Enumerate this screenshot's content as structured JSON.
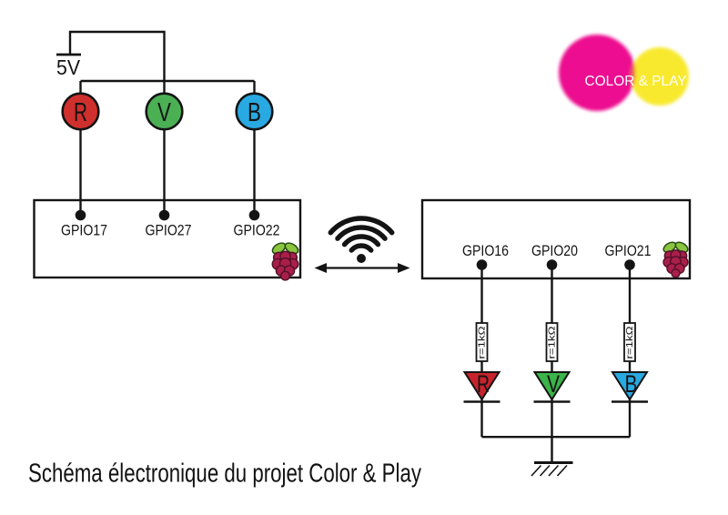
{
  "caption": "Schéma électronique du projet Color & Play",
  "logo": {
    "text": "COLOR & PLAY",
    "pink_color": "#ec0f90",
    "yellow_color": "#f8e92e",
    "overlap_color": "#e9614a",
    "text_color": "#ffffff"
  },
  "power_rail": {
    "label": "5V"
  },
  "buttons": [
    {
      "label": "R",
      "color": "#d0302d"
    },
    {
      "label": "V",
      "color": "#4bb054"
    },
    {
      "label": "B",
      "color": "#29a9e1"
    }
  ],
  "left_board": {
    "pins": [
      "GPIO17",
      "GPIO27",
      "GPIO22"
    ],
    "logo_icon": "raspberry-pi-icon"
  },
  "right_board": {
    "pins": [
      "GPIO16",
      "GPIO20",
      "GPIO21"
    ],
    "logo_icon": "raspberry-pi-icon"
  },
  "link": {
    "wifi_icon": "wifi-icon",
    "arrow_icon": "bidirectional-arrow-icon"
  },
  "resistors": {
    "label": "r=1kΩ"
  },
  "leds": [
    {
      "label": "R",
      "color": "#c8232c"
    },
    {
      "label": "V",
      "color": "#3bb44a"
    },
    {
      "label": "B",
      "color": "#29a9e1"
    }
  ],
  "ground": {
    "icon": "ground-symbol"
  },
  "raspberry_logo": {
    "berry_color": "#a8204a",
    "leaf_color": "#8bc540"
  },
  "wire_color": "#141414"
}
